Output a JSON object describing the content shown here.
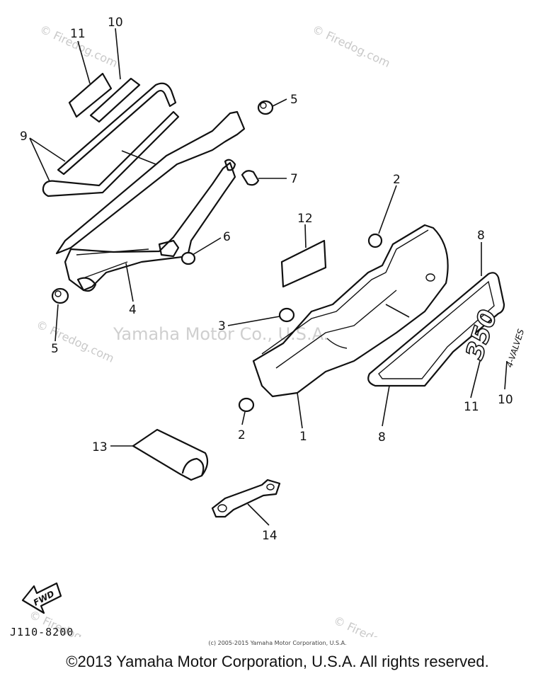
{
  "watermarks": {
    "firedog": "© Firedog.com",
    "yamaha": "Yamaha Motor Co., U.S.A."
  },
  "callouts": {
    "c1": "1",
    "c2a": "2",
    "c2b": "2",
    "c3": "3",
    "c4": "4",
    "c5a": "5",
    "c5b": "5",
    "c6": "6",
    "c7": "7",
    "c8a": "8",
    "c8b": "8",
    "c9": "9",
    "c10a": "10",
    "c10b": "10",
    "c11a": "11",
    "c11b": "11",
    "c12": "12",
    "c13": "13",
    "c14": "14"
  },
  "decal": {
    "model": "350",
    "sub": "4-VALVES"
  },
  "fwd_label": "FWD",
  "diagram_code": "J110-8200",
  "small_copyright": "(c) 2005-2015 Yamaha Motor Corporation, U.S.A.",
  "copyright": "©2013 Yamaha Motor Corporation, U.S.A. All rights reserved."
}
